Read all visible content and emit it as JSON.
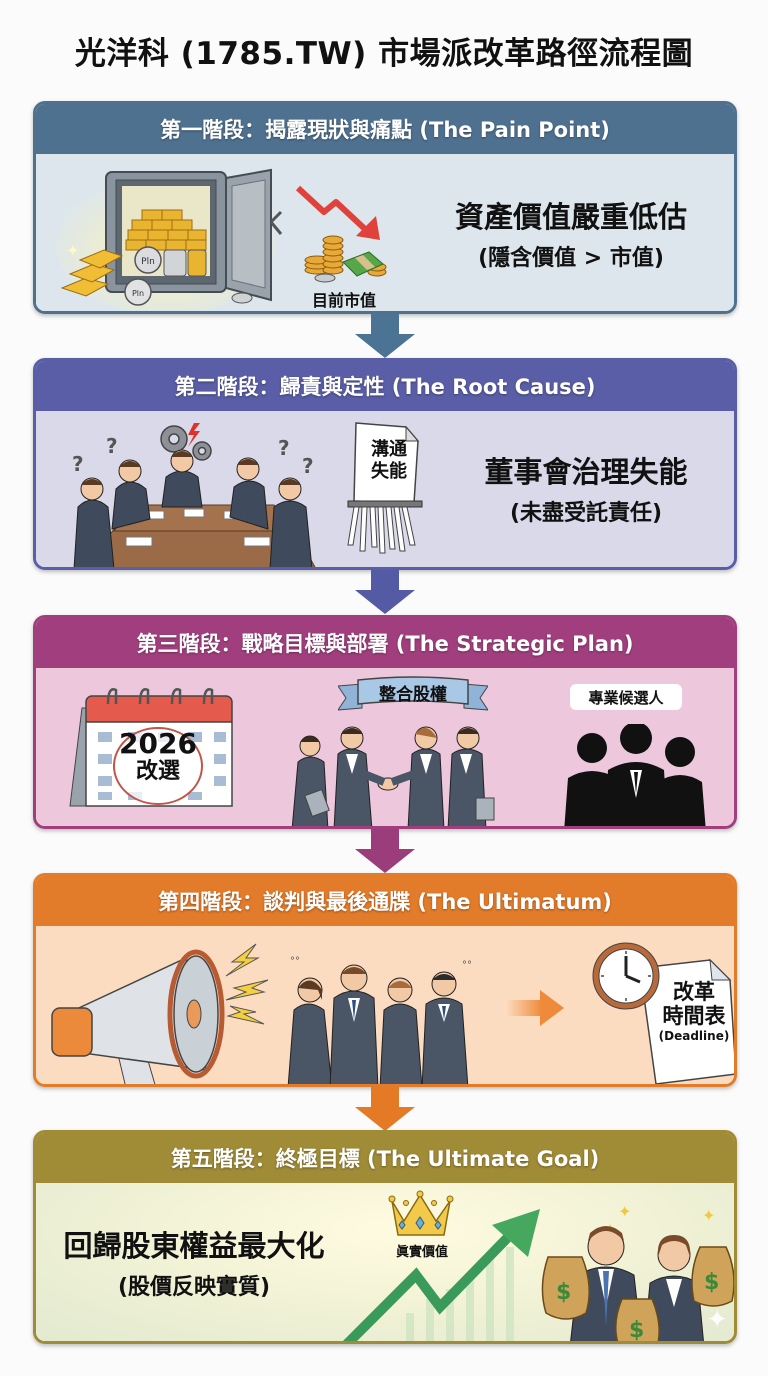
{
  "title": "光洋科 (1785.TW) 市場派改革路徑流程圖",
  "colors": {
    "stage1_header": "#4f7190",
    "stage1_body": "#dde6ec",
    "stage2_header": "#5a5ea6",
    "stage2_body": "#d9d9ea",
    "stage3_header": "#a13f7e",
    "stage3_body": "#edc8dd",
    "stage4_header": "#e27b2a",
    "stage4_body": "#fcdcc1",
    "stage5_header": "#a08b36",
    "stage5_body": "#eef0d4"
  },
  "stages": [
    {
      "header": "第一階段：揭露現狀與痛點 (The Pain Point)",
      "illustration_caption": "目前市值",
      "coin_label": "Pln",
      "headline": "資產價值嚴重低估",
      "subline": "(隱含價值 > 市值)",
      "icons": [
        "safe-icon",
        "gold-bars-icon",
        "down-trend-arrow-icon",
        "coins-cash-icon"
      ]
    },
    {
      "header": "第二階段：歸責與定性 (The Root Cause)",
      "document_label_line1": "溝通",
      "document_label_line2": "失能",
      "headline": "董事會治理失能",
      "subline": "(未盡受託責任)",
      "icons": [
        "board-meeting-icon",
        "gears-icon",
        "question-mark-icon",
        "shredder-icon"
      ]
    },
    {
      "header": "第三階段：戰略目標與部署 (The Strategic Plan)",
      "calendar_year": "2026",
      "calendar_label": "改選",
      "banner_label": "整合股權",
      "candidates_label": "專業候選人",
      "icons": [
        "calendar-icon",
        "handshake-icon",
        "candidate-silhouettes-icon"
      ]
    },
    {
      "header": "第四階段：談判與最後通牒 (The Ultimatum)",
      "document_line1": "改革",
      "document_line2": "時間表",
      "document_line3": "(Deadline)",
      "icons": [
        "megaphone-icon",
        "lightning-icon",
        "worried-executives-icon",
        "right-arrow-icon",
        "clock-icon"
      ]
    },
    {
      "header": "第五階段：終極目標 (The Ultimate Goal)",
      "headline": "回歸股東權益最大化",
      "subline": "(股價反映實質)",
      "crown_label": "眞實價值",
      "icons": [
        "crown-icon",
        "up-trend-arrow-icon",
        "money-bag-icon",
        "sparkle-icon"
      ]
    }
  ]
}
